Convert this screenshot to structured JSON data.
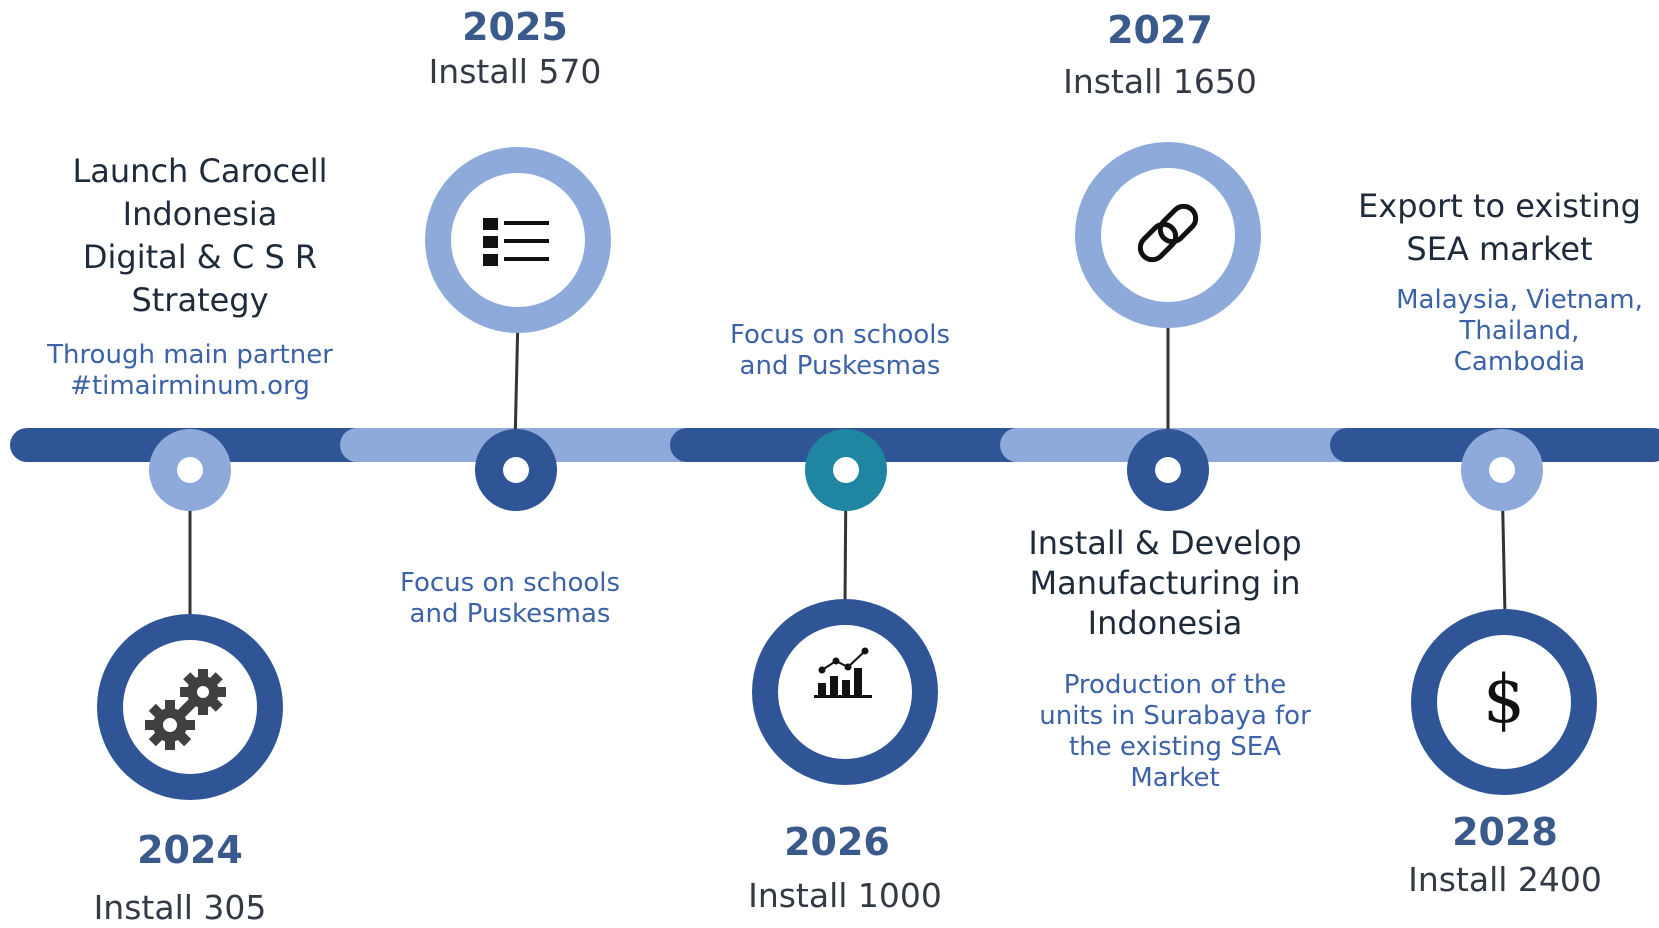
{
  "colors": {
    "dark_blue": "#2f5597",
    "light_blue": "#8eaadb",
    "teal": "#1f85a0",
    "connector": "#333333",
    "year_text": "#3b5a8c",
    "sub_text": "#3c62a8"
  },
  "milestones": [
    {
      "year": "2024",
      "install": "Install  305",
      "title": "Launch  Carocell\nIndonesia\nDigital  &  C S R\nStrategy",
      "subtitle": "Through main partner\n#timairminum.org",
      "icon": "gears-icon"
    },
    {
      "year": "2025",
      "install": "Install  570",
      "note": "Focus on schools\nand Puskesmas",
      "icon": "list-icon"
    },
    {
      "year": "2026",
      "install": "Install  1000",
      "note": "Focus on schools\nand Puskesmas",
      "icon": "chart-icon"
    },
    {
      "year": "2027",
      "install": "Install  1650",
      "title": "Install  &  Develop\nManufacturing  in\nIndonesia",
      "subtitle": "Production of the\nunits in Surabaya for\nthe existing SEA\nMarket",
      "icon": "link-icon"
    },
    {
      "year": "2028",
      "install": "Install  2400",
      "title": "Export  to  existing\nSEA  market",
      "subtitle": "Malaysia, Vietnam,\nThailand,\nCambodia",
      "icon": "dollar-icon"
    }
  ]
}
